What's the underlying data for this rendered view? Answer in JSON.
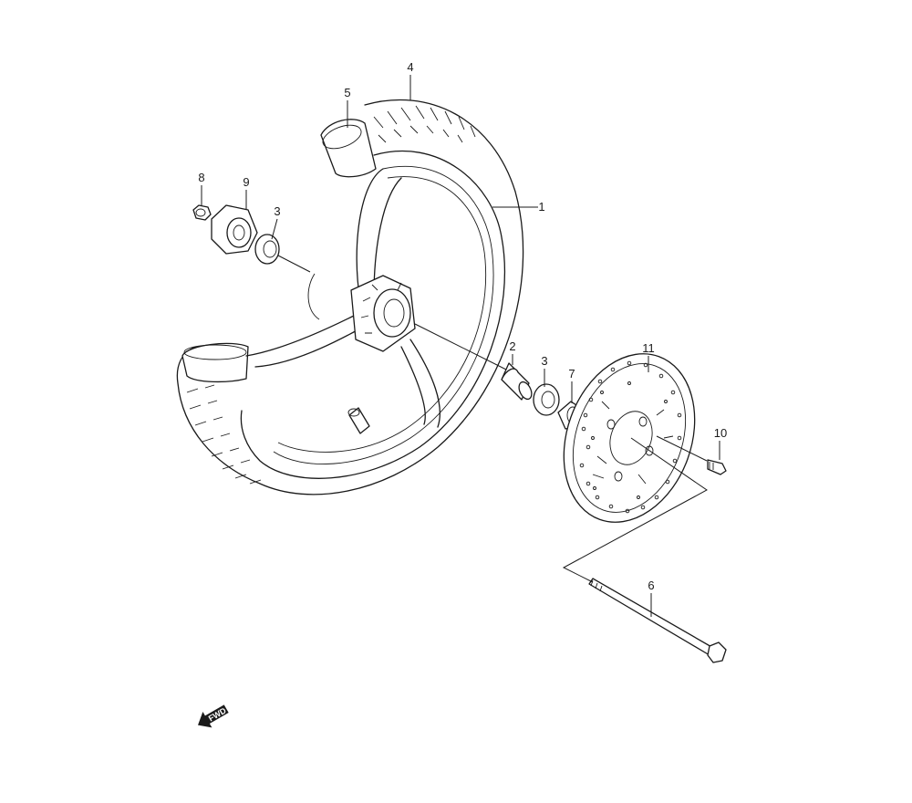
{
  "callouts": {
    "c1": "1",
    "c2": "2",
    "c3a": "3",
    "c3b": "3",
    "c4": "4",
    "c5": "5",
    "c6": "6",
    "c7": "7",
    "c8": "8",
    "c9": "9",
    "c10": "10",
    "c11": "11"
  },
  "fwd_label": "FWD",
  "icons": {
    "fwd_arrow": "fwd-arrow-icon"
  }
}
